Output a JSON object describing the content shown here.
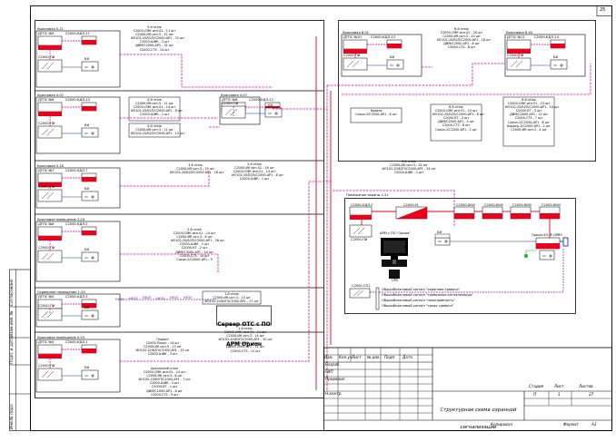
{
  "sheet": {
    "number": "25",
    "title_lines": [
      "Структурная схема охранной",
      "сигнализации"
    ],
    "stage": "П",
    "sheet": "1",
    "sheets_total": "27",
    "stage_label": "Стадия",
    "sheet_label": "Лист",
    "sheets_label": "Листов",
    "copied": "Копировал",
    "format_label": "Формат",
    "format": "А3"
  },
  "stamp": {
    "headers": [
      "Изм.",
      "Кол.уч.",
      "Лист",
      "№ док.",
      "Подп.",
      "Дата"
    ],
    "rows": [
      "Разраб.",
      "ГИП",
      "Проверил",
      "",
      "Н.контр."
    ]
  },
  "side_labels": [
    "Согласовано",
    "Взам.инв. №",
    "Подп. и дата",
    "Инв.№ подл."
  ],
  "rooms": [
    {
      "id": "r521",
      "title": "Кроссовая 5-21",
      "dtps": "ДТПС №9",
      "kdl": "С2000-КДЛ-11",
      "pi": "С2000-ПИ",
      "bi": "БИ"
    },
    {
      "id": "r402",
      "title": "Кроссовая 4-02",
      "dtps": "ДТПС №8",
      "kdl": "С2000-КДЛ-10",
      "pi": "С2000-ПИ",
      "bi": "БИ"
    },
    {
      "id": "r407",
      "title": "Кроссовая 4-07",
      "dtps": "ДТПС №8",
      "kdl": "С2000-КДЛ-12",
      "pi": "С2000-ПИ",
      "bi": "БИ"
    },
    {
      "id": "r316",
      "title": "Кроссовая 3-16",
      "dtps": "ДТПС №7",
      "kdl": "С2000-КДЛ-7",
      "pi": "С2000-ПИ",
      "bi": "БИ"
    },
    {
      "id": "r203",
      "title": "Кроссовое помещение 2-03",
      "dtps": "ДТПС №6",
      "kdl": "С2000-КДЛ-5",
      "pi": "С2000-ПИ",
      "bi": "БИ"
    },
    {
      "id": "r120",
      "title": "Серверное помещение 1-20",
      "dtps": "ДТПС №5",
      "kdl": "С2000-КДЛ-3",
      "pi": "С2000-ПИ",
      "bi": "БИ"
    },
    {
      "id": "r003",
      "title": "Кроссовое помещение 0-03",
      "dtps": "ДТПС №4",
      "kdl": "С2000-КДЛ-1",
      "pi": "С2000-ПИ",
      "bi": "БИ"
    },
    {
      "id": "r601",
      "title": "Кроссовая 6-01",
      "dtps": "ДТПС №10",
      "kdl": "С2000-КДЛ-13",
      "pi": "С2000-ПИ",
      "bi": "БИ"
    },
    {
      "id": "r630",
      "title": "Кроссовая 6-30",
      "dtps": "ДТПС №11",
      "kdl": "С2000-КДЛ-14",
      "pi": "С2000-ПИ",
      "bi": "БИ"
    }
  ],
  "specs": [
    {
      "id": "s5a",
      "lines": [
        "5-й этаж",
        "С2000-СМК исп.01 - 11 шт",
        "С2000-ИК исп.3 - 12 шт",
        "ИО102-20/Б2П/С2000-АР1 - 22 шт",
        "С2000-ШИК - 3 шт",
        "ДИМ/С2000-АР1 - 31 шт",
        "С2000-СТ3 - 14 шт"
      ]
    },
    {
      "id": "s4a",
      "lines": [
        "4-й этаж",
        "С2000-ИК исп.3 - 11 шт",
        "С2000-СМК исп.01 - 14 шт",
        "ИО102-20/Б2П/С2000-АР1 - 8 шт",
        "С2000-ШИК - 1 шт"
      ]
    },
    {
      "id": "s4b",
      "lines": [
        "4-й этаж",
        "С2000-ИК исп.3 - 11 шт",
        "ИО102-20/Б2П/С2000-АР1 - 12 шт"
      ]
    },
    {
      "id": "s3a",
      "lines": [
        "3-й этаж",
        "С2000-ИК исп.3 - 19 шт",
        "ИО102-20/Б2П/С2000-АР1 - 18 шт"
      ]
    },
    {
      "id": "s3b",
      "lines": [
        "3-й этаж",
        "С2000-ИК исп.01 - 16 шт",
        "С2000-СМК исп.01 - 14 шт",
        "ИО102-20/Б2П/С2000-АР1 - 8 шт",
        "С2000-ШИК - 1 шт"
      ]
    },
    {
      "id": "s2a",
      "lines": [
        "2-й этаж",
        "С2000-СМК исп.01 - 14 шт",
        "С2000-ИК исп.3 - 6 шт",
        "ИО102-20/Б2П/С2000-АР1 - 26 шт",
        "С2000-ШИК - 1 шт",
        "С2000-КТ - 2 шт",
        "ДИМ/С2000-АР1 - 14 шт",
        "С2000-СТ3 - 14 шт",
        "Сокол-2/С2000-АР1 - 5"
      ]
    },
    {
      "id": "s1a",
      "lines": [
        "1-й этаж",
        "С2000-ИК исп.3 - 13 шт",
        "ИО102-20/Б2П/С2000-АР1 - 27 шт"
      ]
    },
    {
      "id": "s1b",
      "lines": [
        "1-й этаж",
        "С2000-СМК исп.01 - 11 шт",
        "С2000-ИК исп.3 - 14 шт",
        "ИО102-20/Б2П/С2000-АР1 - 20 шт",
        "С2000-ШИК - 4 шт",
        "ДИМ/С2000-АР1 - 11 шт",
        "С2000-СТ3 - 11 шт"
      ]
    },
    {
      "id": "s0a",
      "lines": [
        "Подвал",
        "С2000-Порог - 14 шт",
        "С2000-ИК исп.3 - 13 шт",
        "ИО102-20/Б2П/С2000-АР1 - 13 шт",
        "С2000-ШИК - 3 шт"
      ]
    },
    {
      "id": "s0b",
      "lines": [
        "Цокольный этаж",
        "С2000-СМК исп.01 - 10 шт",
        "С2000-ИК исп.3 - 8 шт",
        "ИО102-20/Б2П/С2000-АР1 - 7 шт",
        "С2000-ШИК - 3 шт",
        "С2000-КТ - 1 шт",
        "ДИМ/С2000-АР1 - 8 шт",
        "С2000-СТ3 - 9 шт"
      ]
    },
    {
      "id": "s6a",
      "lines": [
        "6-й этаж",
        "С2000-СМК исп.01 - 20 шт",
        "С2000-ИК исп.3 - 10 шт",
        "ИО102-20/Б2П/С2000-АР1 - 18 шт",
        "ДИМ/С2000-АР1 - 6 шт",
        "С2000-СТ3 - 8 шт"
      ]
    },
    {
      "id": "s6b",
      "lines": [
        "6-й этаж",
        "С2000-СМК исп.01 - 10 шт",
        "ИО102-20/Б2П/С2000-АР1 - 8 шт",
        "С2000-КТ - 2 шт",
        "ДИМ/С2000-АР1 - 5 шт",
        "С2000-СТ3 - 6 шт",
        "Сокол-2/С2000-АР1 - 2 шт"
      ]
    },
    {
      "id": "s6c",
      "lines": [
        "6-й этаж",
        "С2000-СМК исп.01 - 15 шт",
        "ИО102-20/Б2П/С2000-АР1 - 14 шт",
        "С2000-КТ - 3 шт",
        "ДИМ/С2000-АР1 - 12 шт",
        "С2000-СТ3 - 7 шт",
        "Сокол-2/С2000-АР1 - 6 шт",
        "Барьер-1/С2000-АР1 - 2 шт",
        "С2000-ИК исп.3 - 4 шт"
      ]
    },
    {
      "id": "sr",
      "lines": [
        "Кровля",
        "Сокол-2/С2000-АР1 - 6 шт"
      ]
    },
    {
      "id": "sg",
      "lines": [
        "6-й этаж",
        "С2000-ИК исп.3 - 24 шт",
        "ИО102-20/Б2П/С2000-АР1 - 24 шт",
        "С2000-ШИК - 1 шт"
      ]
    }
  ],
  "server": {
    "lines": [
      "Сервер ОТС с ПО",
      "АРМ Орион"
    ]
  },
  "guard": {
    "title": "Помещение охраны 2-21",
    "kdl": "С2000-КДЛ-2",
    "pi": "С2000-ПИ",
    "bi": "БИ",
    "m": "С2000-М",
    "arm": "АРМ с ПО \"Орион\"",
    "ups": "UPS",
    "bki": [
      "С2000-БКИ",
      "С2000-БКИ",
      "С2000-БКИ",
      "С2000-БКИ"
    ],
    "gate": "Орион-УО-IP GPRS",
    "cti": "С2000-СП1",
    "signals": [
      "Общеобъектовый сигнал \"охранная тревога\"",
      "Общеобъектовый сигнал \"тревожная сигнализация\"",
      "Общеобъектовый сигнал \"неисправность\"",
      "Общеобъектовый сигнал \"тихая тревога\""
    ]
  },
  "bus_labels": [
    "МКЗЛ",
    "МКЗЛ",
    "МКЗЛ",
    "МКЗЛ",
    "МКЗЛ",
    "МКЗЛ"
  ]
}
